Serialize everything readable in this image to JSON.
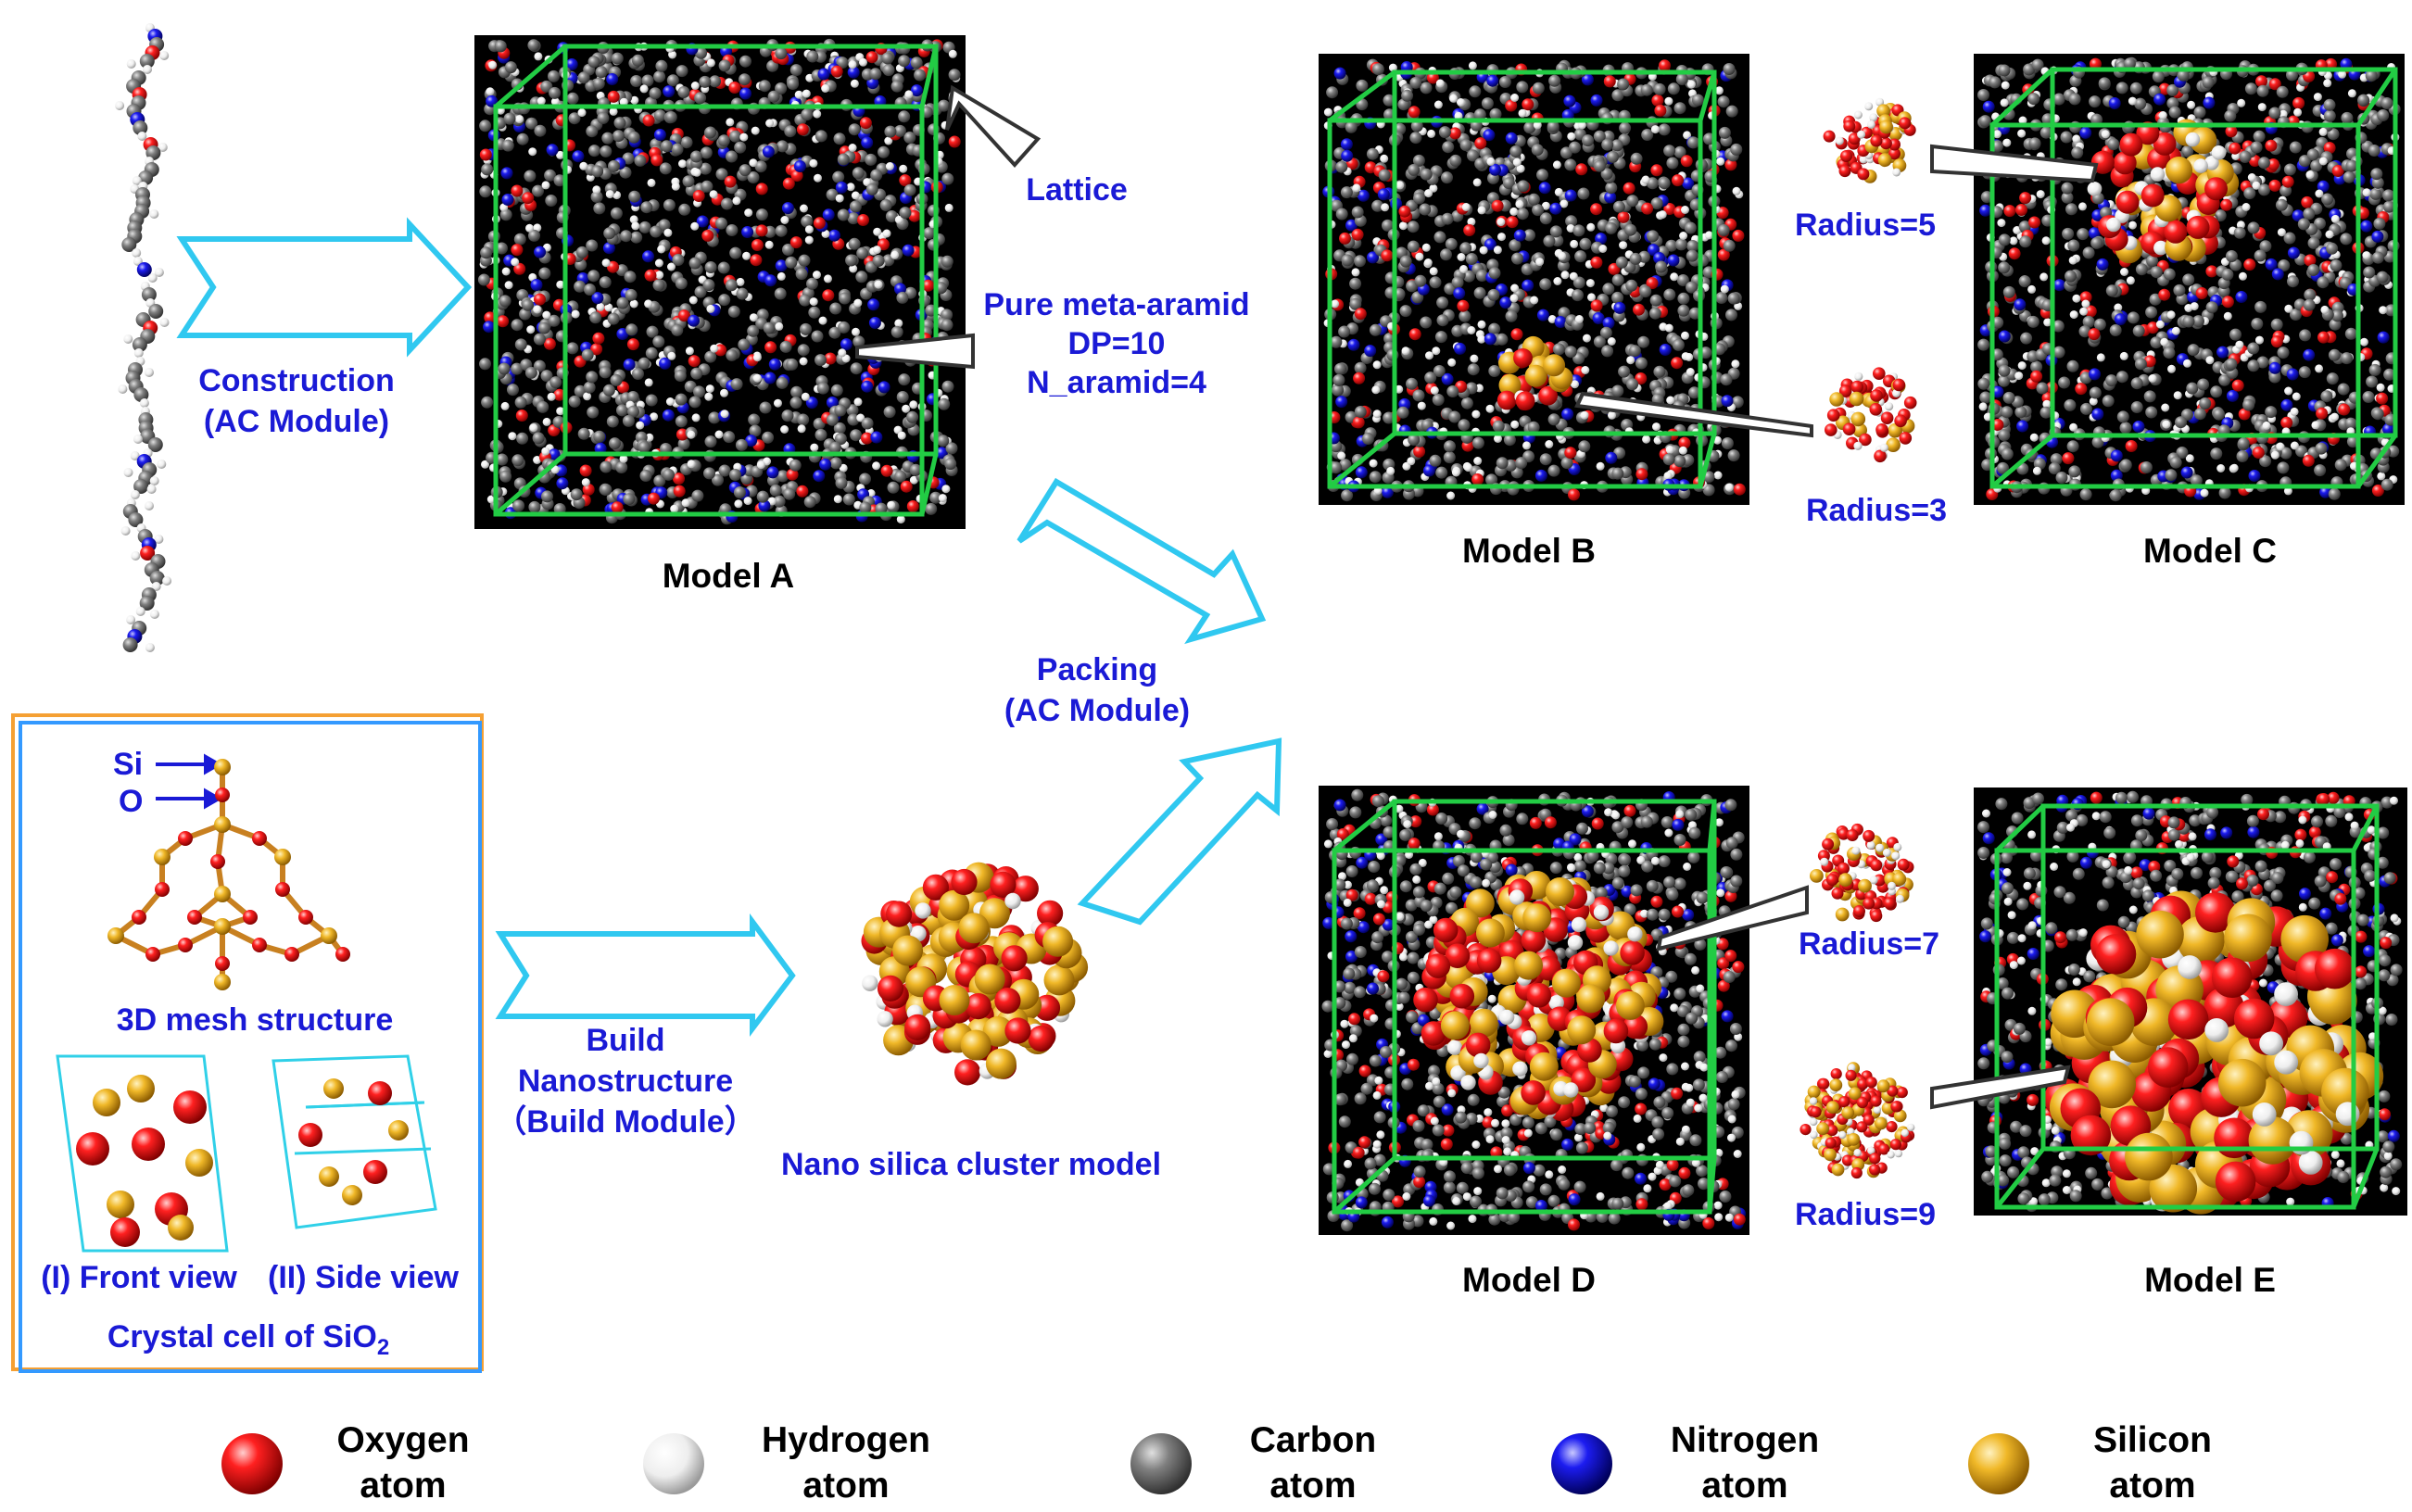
{
  "colors": {
    "oxygen": "#e00000",
    "hydrogen": "#f2f2f2",
    "carbon": "#7a7a7a",
    "nitrogen": "#1010e0",
    "silicon": "#e8b020",
    "lattice": "#22cc44",
    "arrow": "#30c8f0",
    "label_blue": "#1a1ad6",
    "frame_orange": "#f5a033",
    "frame_blue": "#3399ff"
  },
  "labels": {
    "construction_1": "Construction",
    "construction_2": "(AC Module)",
    "lattice": "Lattice",
    "pure_1": "Pure meta-aramid",
    "pure_2": "DP=10",
    "pure_3": "N_aramid=4",
    "model_a": "Model A",
    "model_b": "Model B",
    "model_c": "Model C",
    "model_d": "Model D",
    "model_e": "Model E",
    "packing_1": "Packing",
    "packing_2": "(AC Module)",
    "radius_5": "Radius=5",
    "radius_3": "Radius=3",
    "radius_7": "Radius=7",
    "radius_9": "Radius=9",
    "build_1": "Build",
    "build_2": "Nanostructure",
    "build_3": "（Build Module）",
    "nano_cluster": "Nano silica cluster model",
    "si_label": "Si",
    "o_label": "O",
    "mesh": "3D mesh structure",
    "front_view": "(I) Front view",
    "side_view": "(II) Side view",
    "crystal_cell": "Crystal cell of SiO",
    "crystal_sub": "2"
  },
  "legend": [
    {
      "line1": "Oxygen",
      "line2": "atom",
      "color": "oxygen"
    },
    {
      "line1": "Hydrogen",
      "line2": "atom",
      "color": "hydrogen"
    },
    {
      "line1": "Carbon",
      "line2": "atom",
      "color": "carbon"
    },
    {
      "line1": "Nitrogen",
      "line2": "atom",
      "color": "nitrogen"
    },
    {
      "line1": "Silicon",
      "line2": "atom",
      "color": "silicon"
    }
  ]
}
